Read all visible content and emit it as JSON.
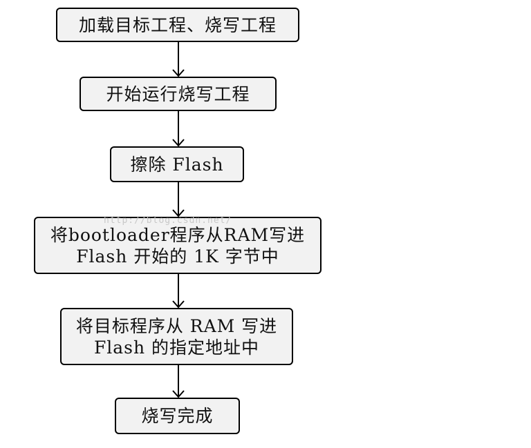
{
  "diagram": {
    "steps": [
      {
        "lines": [
          "加载目标工程、烧写工程"
        ]
      },
      {
        "lines": [
          "开始运行烧写工程"
        ]
      },
      {
        "lines": [
          "擦除 Flash"
        ]
      },
      {
        "lines": [
          "将bootloader程序从RAM写进",
          "Flash 开始的 1K 字节中"
        ]
      },
      {
        "lines": [
          "将目标程序从 RAM 写进",
          "Flash 的指定地址中"
        ]
      },
      {
        "lines": [
          "烧写完成"
        ]
      }
    ],
    "watermark": "http://blog.csdn.net/"
  },
  "colors": {
    "box_fill": "#f2f2f2",
    "stroke": "#000000",
    "watermark": "#c8c8c8"
  }
}
